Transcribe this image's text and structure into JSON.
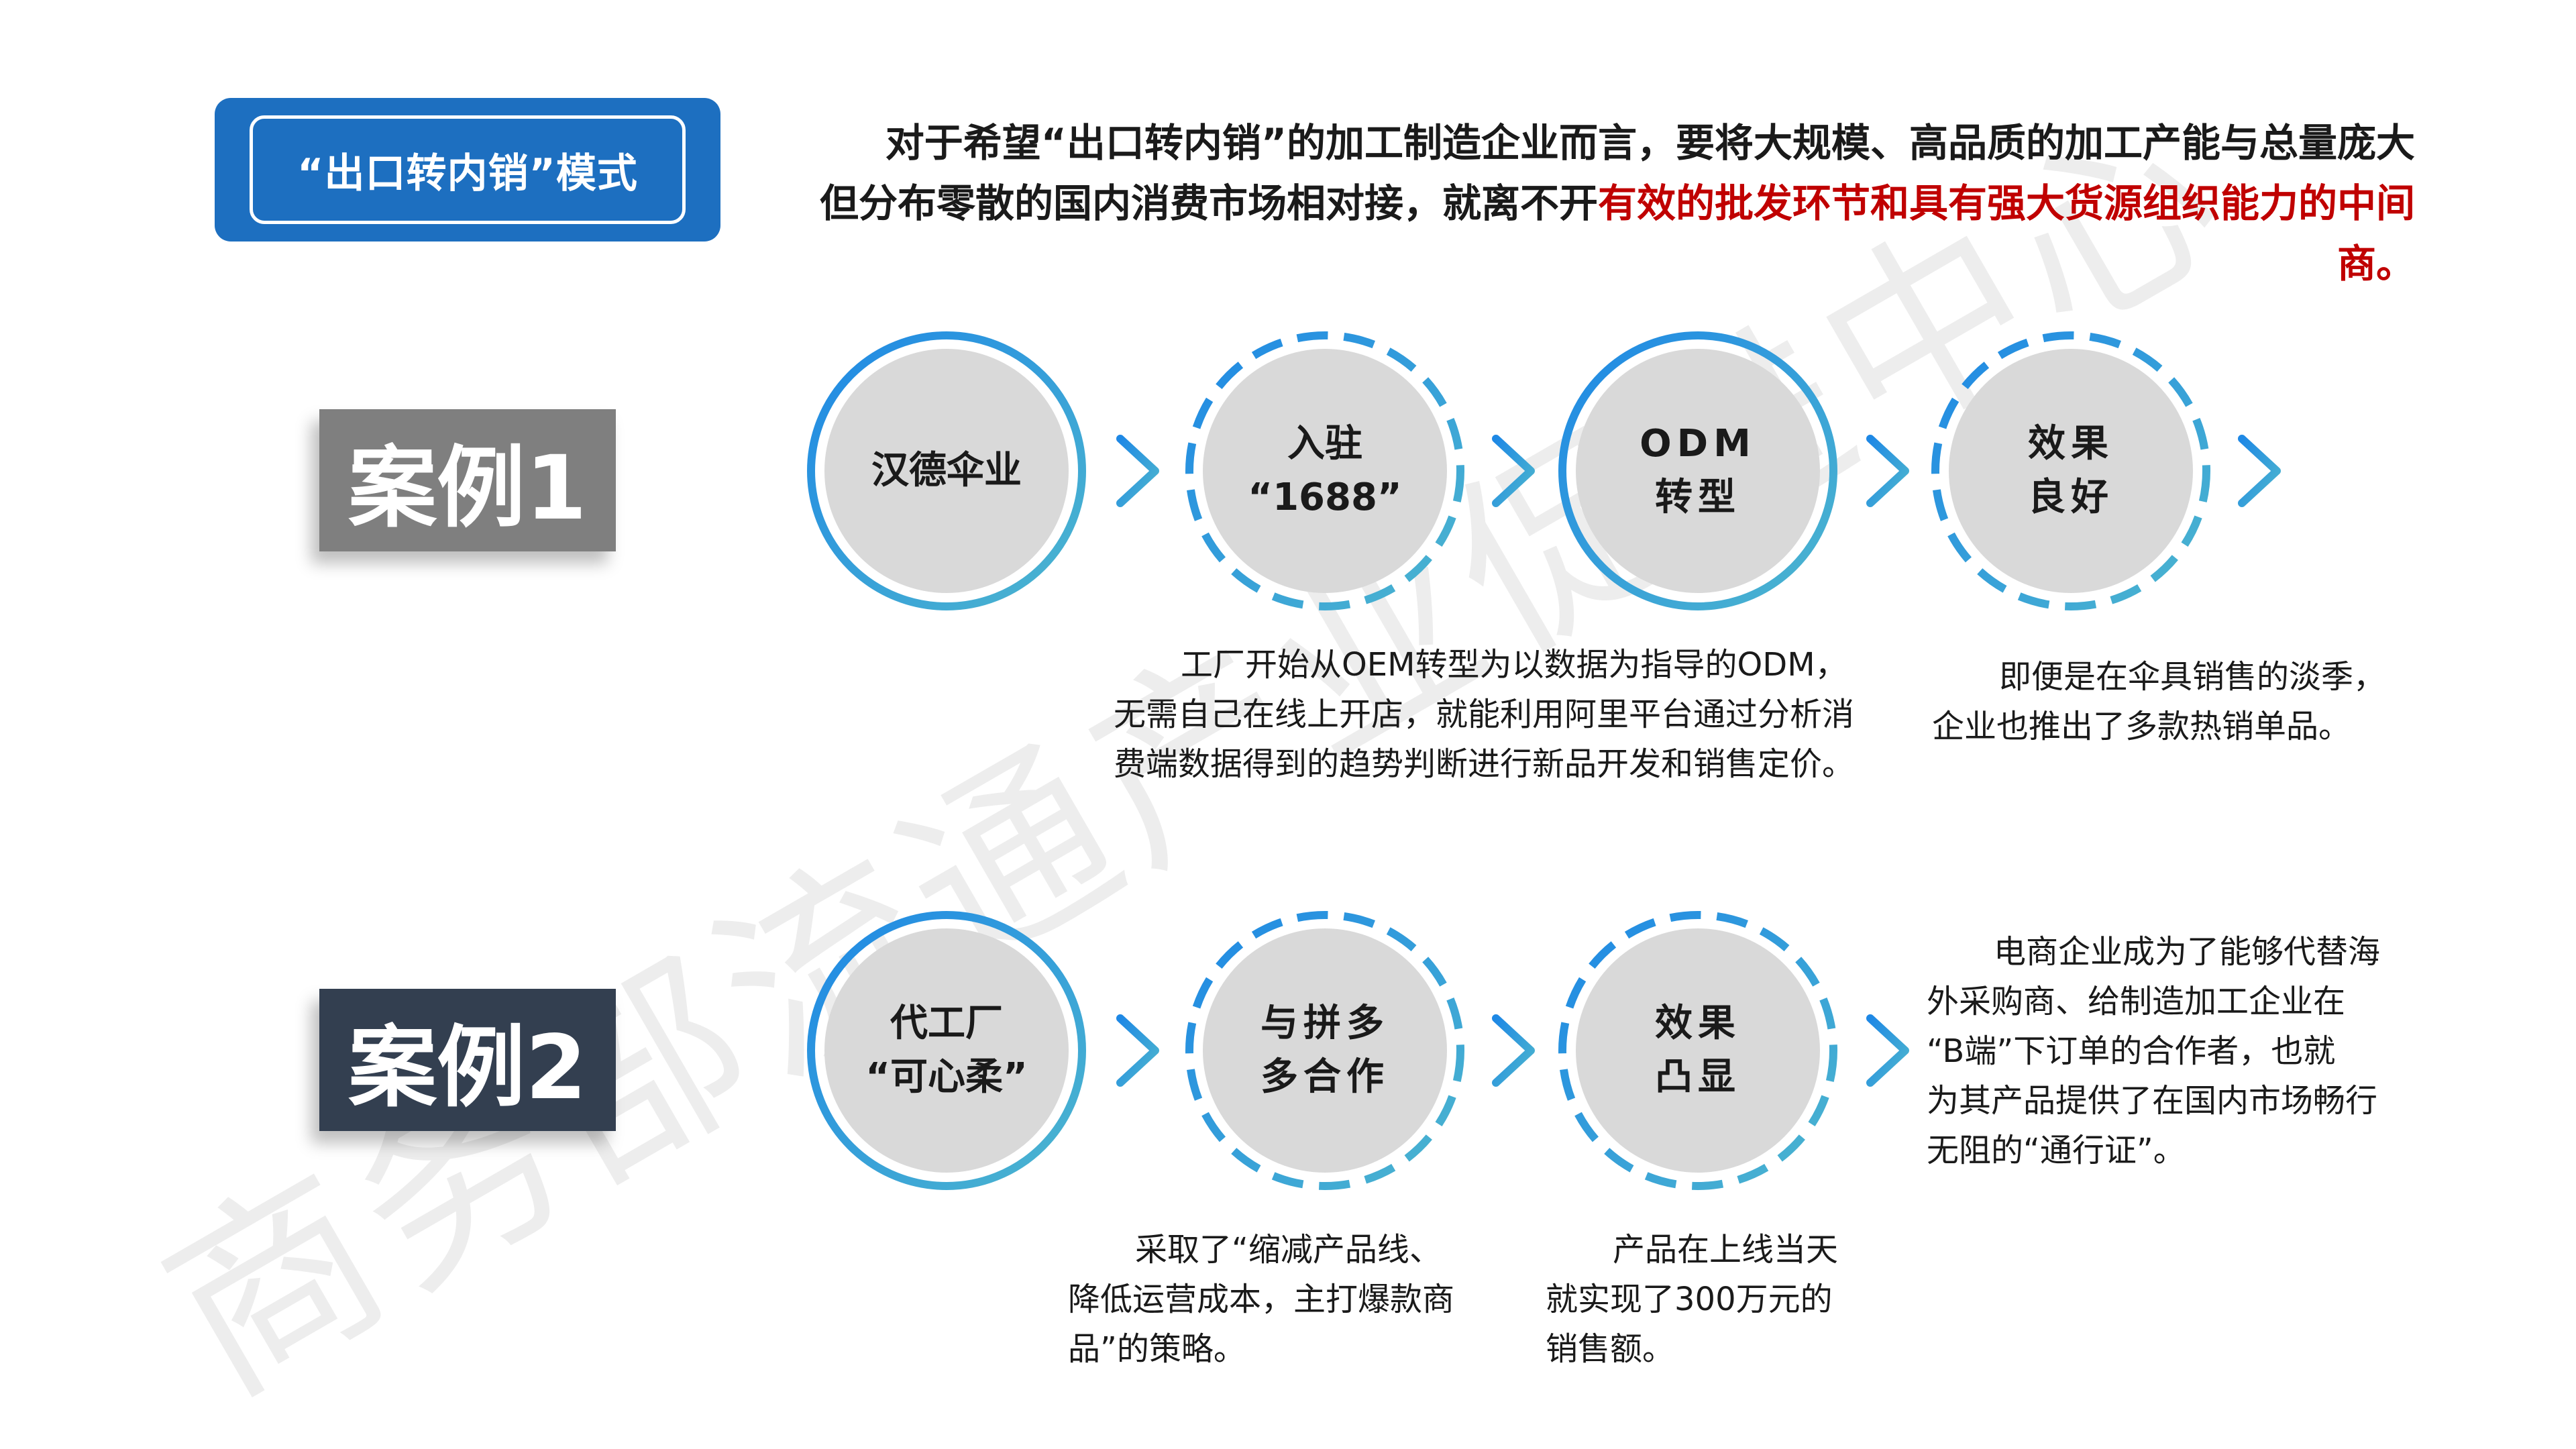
{
  "header": {
    "title": "“出口转内销”模式",
    "intro_line1": "对于希望“出口转内销”的加工制造企业而言，要将大规模、高品质的加工产能与总量庞大",
    "intro_line2_normal": "但分布零散的国内消费市场相对接，就离不开",
    "intro_line2_highlight": "有效的批发环节和具有强大货源组织能力的中间商。"
  },
  "case1": {
    "label": "案例1",
    "nodes": [
      {
        "line1": "汉德伞业",
        "line2": ""
      },
      {
        "line1": "入驻",
        "line2": "“1688”"
      },
      {
        "line1": "ODM",
        "line2": "转型"
      },
      {
        "line1": "效果",
        "line2": "良好"
      }
    ],
    "desc_odm": [
      "工厂开始从OEM转型为以数据为指导的ODM，",
      "无需自己在线上开店，就能利用阿里平台通过分析消",
      "费端数据得到的趋势判断进行新品开发和销售定价。"
    ],
    "desc_effect": [
      "即便是在伞具销售的淡季，",
      "企业也推出了多款热销单品。"
    ]
  },
  "case2": {
    "label": "案例2",
    "nodes": [
      {
        "line1": "代工厂",
        "line2": "“可心柔”"
      },
      {
        "line1": "与拼多",
        "line2": "多合作"
      },
      {
        "line1": "效果",
        "line2": "凸显"
      }
    ],
    "desc_coop": [
      "采取了“缩减产品线、",
      "降低运营成本，主打爆款商",
      "品”的策略。"
    ],
    "desc_effect": [
      "产品在上线当天",
      "就实现了300万元的",
      "销售额。"
    ],
    "desc_right": [
      "电商企业成为了能够代替海",
      "外采购商、给制造加工企业在",
      "“B端”下订单的合作者，也就",
      "为其产品提供了在国内市场畅行",
      "无阻的“通行证”。"
    ]
  },
  "watermark": "商务部流通产业促进中心",
  "colors": {
    "title_bg": "#1d6fc0",
    "highlight": "#c00000",
    "case1_bg": "#7f7f7f",
    "case2_bg": "#333f50",
    "ring_start": "#1e88e5",
    "ring_end": "#4db6ce",
    "circle_fill": "#d9d9d9"
  }
}
